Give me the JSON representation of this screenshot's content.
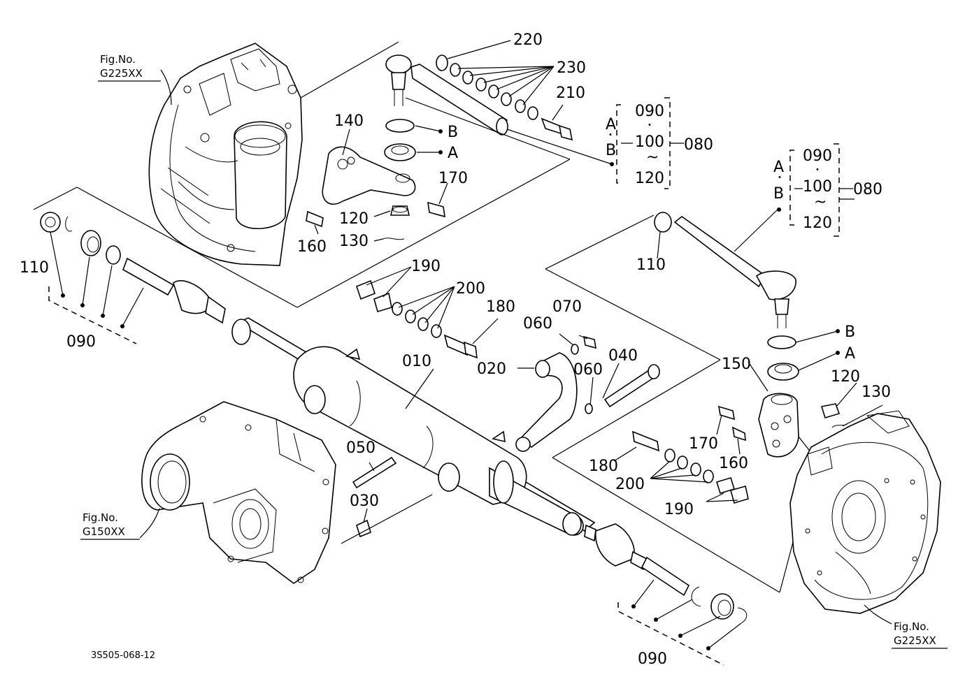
{
  "callouts": {
    "p010": "010",
    "p020": "020",
    "p030": "030",
    "p040": "040",
    "p050": "050",
    "p060a": "060",
    "p060b": "060",
    "p070": "070",
    "p080a": "080",
    "p080b": "080",
    "p090a": "090",
    "p090b": "090",
    "p090c": "090",
    "p090d": "090",
    "p100a": "100",
    "p100b": "100",
    "p110a": "110",
    "p110b": "110",
    "p120a": "120",
    "p120b": "120",
    "p120c": "120",
    "p120d": "120",
    "p130a": "130",
    "p130b": "130",
    "p140": "140",
    "p150": "150",
    "p160a": "160",
    "p160b": "160",
    "p170a": "170",
    "p170b": "170",
    "p180a": "180",
    "p180b": "180",
    "p190a": "190",
    "p190b": "190",
    "p200a": "200",
    "p200b": "200",
    "p210": "210",
    "p220": "220",
    "p230": "230"
  },
  "letters": {
    "A1": "A",
    "B1": "B",
    "A2": "A",
    "B2": "B",
    "A3": "A",
    "B3": "B",
    "A4": "A",
    "B4": "B",
    "dot1": "・",
    "dot2": "・",
    "dot3": "・",
    "dot4": "・",
    "tilde1": "~",
    "tilde2": "~"
  },
  "fig_refs": {
    "top_left_line1": "Fig.No.",
    "top_left_line2": "G225XX",
    "mid_left_line1": "Fig.No.",
    "mid_left_line2": "G150XX",
    "bottom_right_line1": "Fig.No.",
    "bottom_right_line2": "G225XX"
  },
  "drawing_code": "3S505-068-12"
}
